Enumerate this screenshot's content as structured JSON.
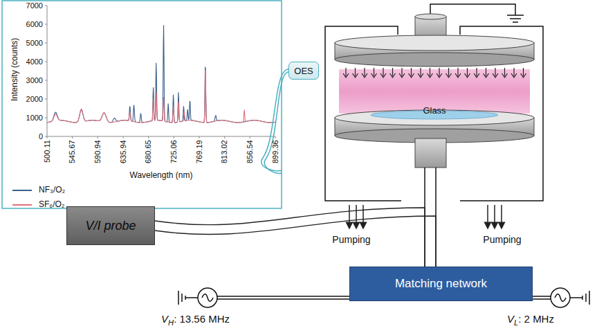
{
  "diagram": {
    "nodes": [
      {
        "text": [
          "OES"
        ]
      },
      {
        "text": [
          "Glass"
        ]
      },
      {
        "text": [
          "V/I probe"
        ]
      },
      {
        "text": [
          "Matching network"
        ]
      }
    ],
    "edges": [
      {
        "from": 2,
        "to": 3,
        "arrow": "none"
      }
    ],
    "labels": [
      "Intensity (counts)",
      "7000",
      "6000",
      "5000",
      "4000",
      "3000",
      "2000",
      "1000",
      "0",
      "500.11",
      "545.67",
      "590.94",
      "635.94",
      "680.65",
      "725.06",
      "769.19",
      "813.02",
      "856.54",
      "899.36",
      "Wavelength (nm)",
      "Pumping",
      "Pumping",
      "VH: 13.56 MHz",
      "VL: 2 MHz"
    ],
    "legend": [
      {
        "text": "NF₃/O₂"
      },
      {
        "text": "SF₆/O₂"
      }
    ]
  }
}
